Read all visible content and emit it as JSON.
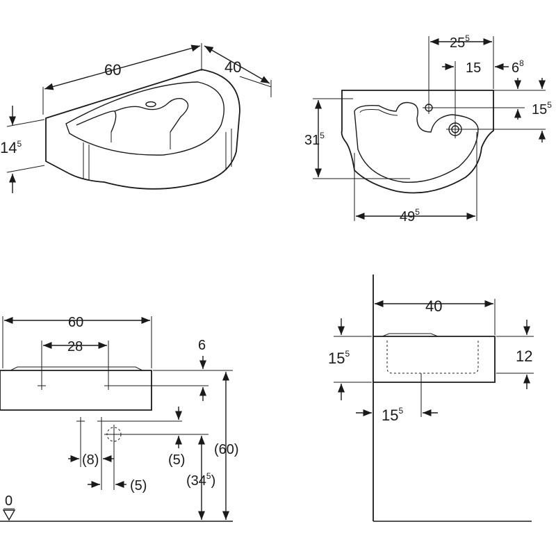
{
  "views": {
    "iso": {
      "width": "60",
      "depth": "40",
      "height_main": "14",
      "height_sup": "5"
    },
    "top": {
      "w1_main": "25",
      "w1_sup": "5",
      "w2": "15",
      "w3_main": "6",
      "w3_sup": "8",
      "v1_main": "15",
      "v1_sup": "5",
      "depth_main": "31",
      "depth_sup": "5",
      "bowl_main": "49",
      "bowl_sup": "5"
    },
    "front": {
      "width": "60",
      "taps": "28",
      "thick": "6",
      "d8": "(8)",
      "d5a": "(5)",
      "d5b": "(5)",
      "h345_open": "(34",
      "h345_sup": "5",
      "h345_close": ")",
      "h60": "(60)",
      "floor": "0"
    },
    "side": {
      "depth": "40",
      "h155_main": "15",
      "h155_sup": "5",
      "h12": "12",
      "w155_main": "15",
      "w155_sup": "5"
    }
  }
}
